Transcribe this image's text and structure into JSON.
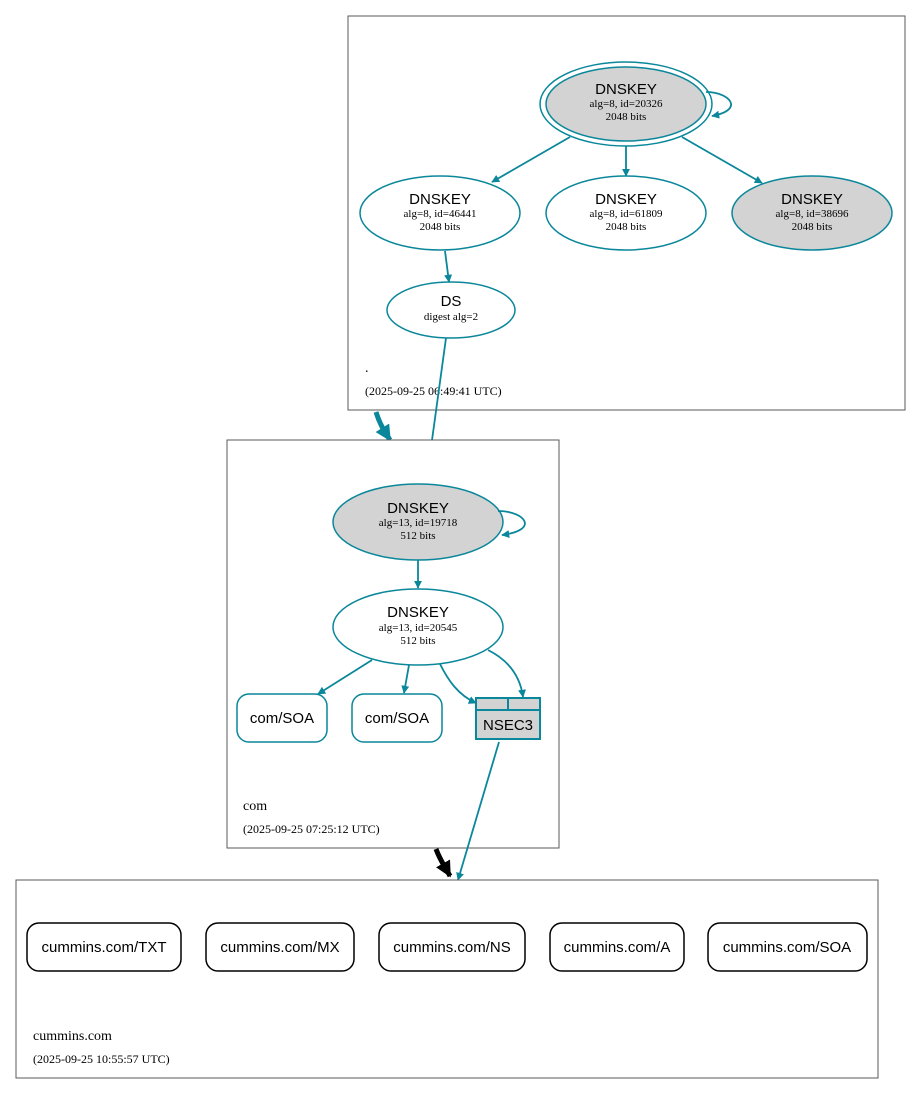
{
  "colors": {
    "edge": "#0a879a",
    "sep_fill": "#d3d3d3",
    "rr_border": "#000000",
    "zone_border": "#5a5a5a"
  },
  "zones": {
    "root": {
      "name": ".",
      "timestamp": "(2025-09-25 06:49:41 UTC)"
    },
    "com": {
      "name": "com",
      "timestamp": "(2025-09-25 07:25:12 UTC)"
    },
    "cummins": {
      "name": "cummins.com",
      "timestamp": "(2025-09-25 10:55:57 UTC)"
    }
  },
  "nodes": {
    "root_ksk": {
      "title": "DNSKEY",
      "line1": "alg=8, id=20326",
      "line2": "2048 bits"
    },
    "root_zsk1": {
      "title": "DNSKEY",
      "line1": "alg=8, id=46441",
      "line2": "2048 bits"
    },
    "root_zsk2": {
      "title": "DNSKEY",
      "line1": "alg=8, id=61809",
      "line2": "2048 bits"
    },
    "root_ksk2": {
      "title": "DNSKEY",
      "line1": "alg=8, id=38696",
      "line2": "2048 bits"
    },
    "root_ds": {
      "title": "DS",
      "line1": "digest alg=2"
    },
    "com_ksk": {
      "title": "DNSKEY",
      "line1": "alg=13, id=19718",
      "line2": "512 bits"
    },
    "com_zsk": {
      "title": "DNSKEY",
      "line1": "alg=13, id=20545",
      "line2": "512 bits"
    },
    "com_soa1": {
      "label": "com/SOA"
    },
    "com_soa2": {
      "label": "com/SOA"
    },
    "com_nsec3": {
      "label": "NSEC3"
    },
    "cum_txt": {
      "label": "cummins.com/TXT"
    },
    "cum_mx": {
      "label": "cummins.com/MX"
    },
    "cum_ns": {
      "label": "cummins.com/NS"
    },
    "cum_a": {
      "label": "cummins.com/A"
    },
    "cum_soa": {
      "label": "cummins.com/SOA"
    }
  }
}
